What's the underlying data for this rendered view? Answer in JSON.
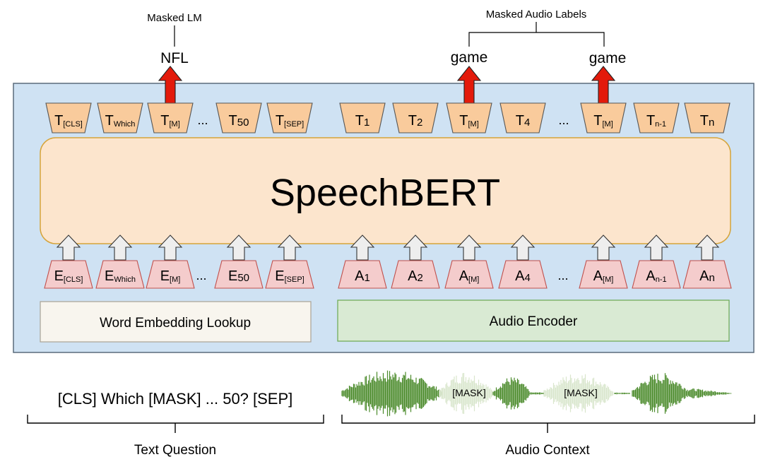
{
  "model_name": "SpeechBERT",
  "heads": {
    "masked_lm": {
      "title": "Masked LM",
      "prediction": "NFL"
    },
    "masked_audio": {
      "title": "Masked Audio Labels",
      "predictions": [
        "game",
        "game"
      ]
    }
  },
  "text_outputs": [
    {
      "base": "T",
      "sub": "[CLS]"
    },
    {
      "base": "T",
      "sub": "Which"
    },
    {
      "base": "T",
      "sub": "[M]"
    },
    {
      "base": "T",
      "sub": "50"
    },
    {
      "base": "T",
      "sub": "[SEP]"
    }
  ],
  "audio_outputs": [
    {
      "base": "T",
      "sub": "1"
    },
    {
      "base": "T",
      "sub": "2"
    },
    {
      "base": "T",
      "sub": "[M]"
    },
    {
      "base": "T",
      "sub": "4"
    },
    {
      "base": "T",
      "sub": "[M]"
    },
    {
      "base": "T",
      "sub": "n-1"
    },
    {
      "base": "T",
      "sub": "n"
    }
  ],
  "text_inputs": [
    {
      "base": "E",
      "sub": "[CLS]"
    },
    {
      "base": "E",
      "sub": "Which"
    },
    {
      "base": "E",
      "sub": "[M]"
    },
    {
      "base": "E",
      "sub": "50"
    },
    {
      "base": "E",
      "sub": "[SEP]"
    }
  ],
  "audio_inputs": [
    {
      "base": "A",
      "sub": "1"
    },
    {
      "base": "A",
      "sub": "2"
    },
    {
      "base": "A",
      "sub": "[M]"
    },
    {
      "base": "A",
      "sub": "4"
    },
    {
      "base": "A",
      "sub": "[M]"
    },
    {
      "base": "A",
      "sub": "n-1"
    },
    {
      "base": "A",
      "sub": "n"
    }
  ],
  "ellipsis": "...",
  "word_embedding_label": "Word Embedding Lookup",
  "audio_encoder_label": "Audio Encoder",
  "text_question_input": "[CLS] Which [MASK] ...  50? [SEP]",
  "text_question_label": "Text Question",
  "audio_mask_labels": [
    "[MASK]",
    "[MASK]"
  ],
  "audio_context_label": "Audio Context",
  "colors": {
    "panel_fill": "#cfe2f3",
    "panel_stroke": "#5a6b7b",
    "core_fill": "#fce5cd",
    "core_stroke": "#d6a43a",
    "output_fill": "#f9cb9c",
    "input_fill": "#f4cccc",
    "input_stroke": "#c0504d",
    "red_arrow": "#e31a0b",
    "gray_arrow": "#eeeeee",
    "word_box_fill": "#f8f5ee",
    "audio_box_fill": "#d9ead3",
    "audio_box_stroke": "#6aa84f",
    "waveform": "#4a8a2a",
    "waveform_masked": "#d9e6cc"
  }
}
